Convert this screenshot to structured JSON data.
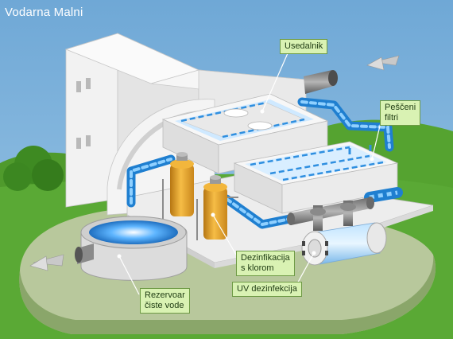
{
  "title": "Vodarna Malni",
  "labels": {
    "usedalnik": "Usedalnik",
    "pesceni_filtri_1": "Peščeni",
    "pesceni_filtri_2": "filtri",
    "dezinfekcija_klorom_1": "Dezinfikacija",
    "dezinfekcija_klorom_2": "s klorom",
    "uv_dezinfekcija": "UV dezinfekcija",
    "rezervoar_1": "Rezervoar",
    "rezervoar_2": "čiste vode"
  },
  "colors": {
    "sky": "#7fb4d9",
    "grass": "#4f9a2c",
    "ground": "#b7c79a",
    "water": "#2f8fe0",
    "pipe": "#3aa0ec",
    "tank": "#e7a429",
    "callout_fill": "#d9f2b3",
    "callout_border": "#6e9a45"
  }
}
